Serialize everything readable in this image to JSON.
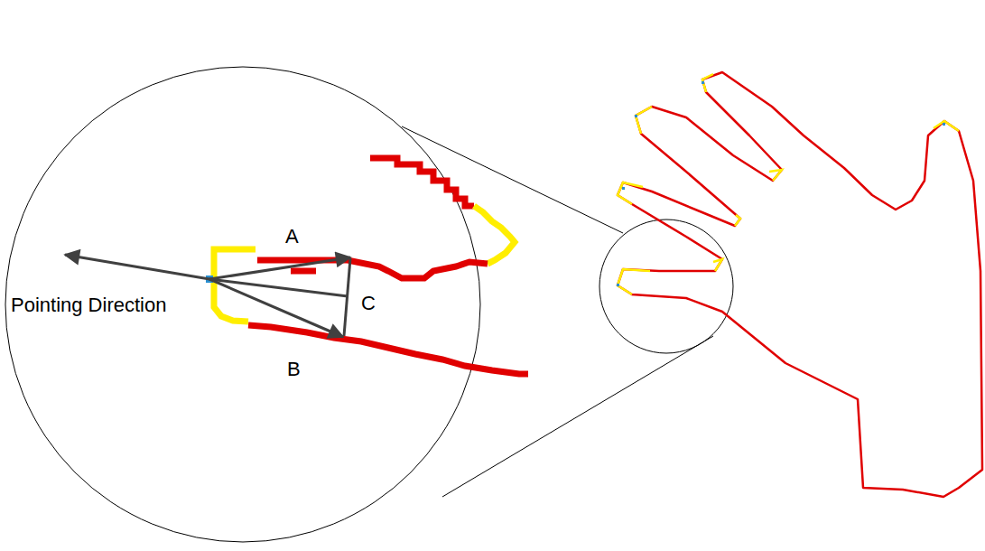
{
  "diagram": {
    "labels": [
      "A",
      "Pointing Direction",
      "C",
      "B"
    ]
  }
}
